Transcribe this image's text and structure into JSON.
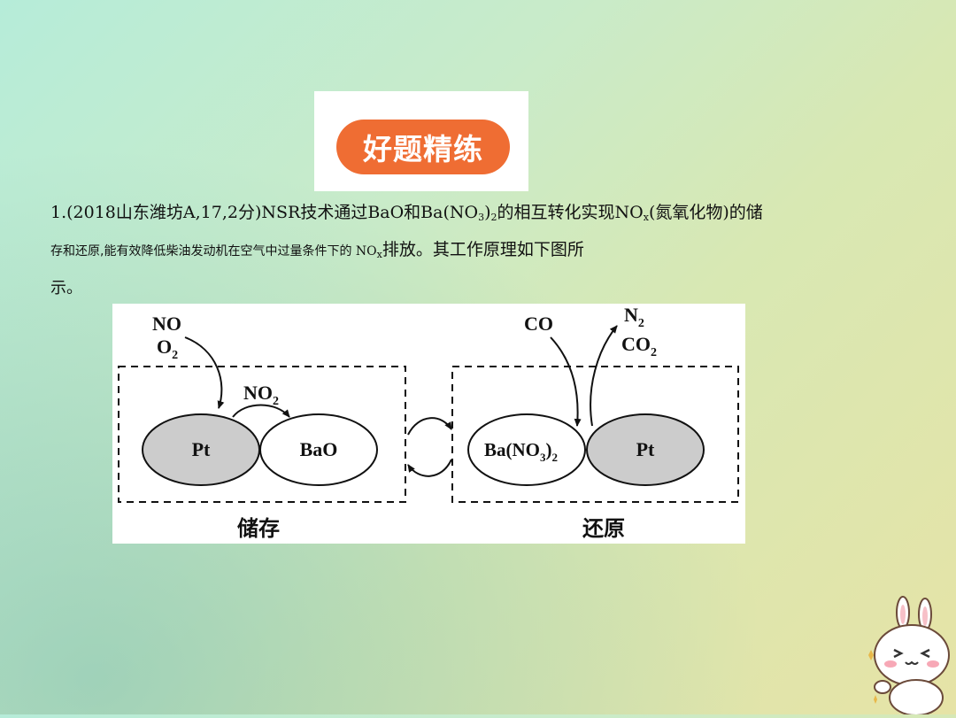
{
  "header": {
    "title": "好题精练"
  },
  "question": {
    "line1": {
      "part1": "1.(2018山东潍坊A,17,2分)NSR技术通过BaO和Ba(NO",
      "sub1": "3",
      "part2": ")",
      "sub2": "2",
      "part3": "的相互转化实现NO",
      "sub3": "x",
      "part4": "(氮氧化物)的储"
    },
    "line2": {
      "small_text": "存和还原,能有效降低柴油发动机在空气中过量条件下的 ",
      "nox_main": "NO",
      "nox_sub": "x",
      "big_text": "排放。其工作原理如下图所"
    },
    "line3": "示。"
  },
  "figure": {
    "left_panel": {
      "input_no": "NO",
      "input_o2_main": "O",
      "input_o2_sub": "2",
      "intermediate_main": "NO",
      "intermediate_sub": "2",
      "ellipse_pt": "Pt",
      "ellipse_bao": "BaO",
      "caption": "储存"
    },
    "right_panel": {
      "input_co": "CO",
      "output_n2_main": "N",
      "output_n2_sub": "2",
      "output_co2_main": "CO",
      "output_co2_sub": "2",
      "ellipse_bano3_a": "Ba(NO",
      "ellipse_bano3_sub1": "3",
      "ellipse_bano3_b": ")",
      "ellipse_bano3_sub2": "2",
      "ellipse_pt": "Pt",
      "caption": "还原"
    },
    "colors": {
      "pt_fill": "#cccccc",
      "ellipse_fill": "#ffffff",
      "stroke": "#111111"
    }
  },
  "theme": {
    "accent": "#ef6d33",
    "mascot_icon": "bunny-mascot-icon"
  }
}
